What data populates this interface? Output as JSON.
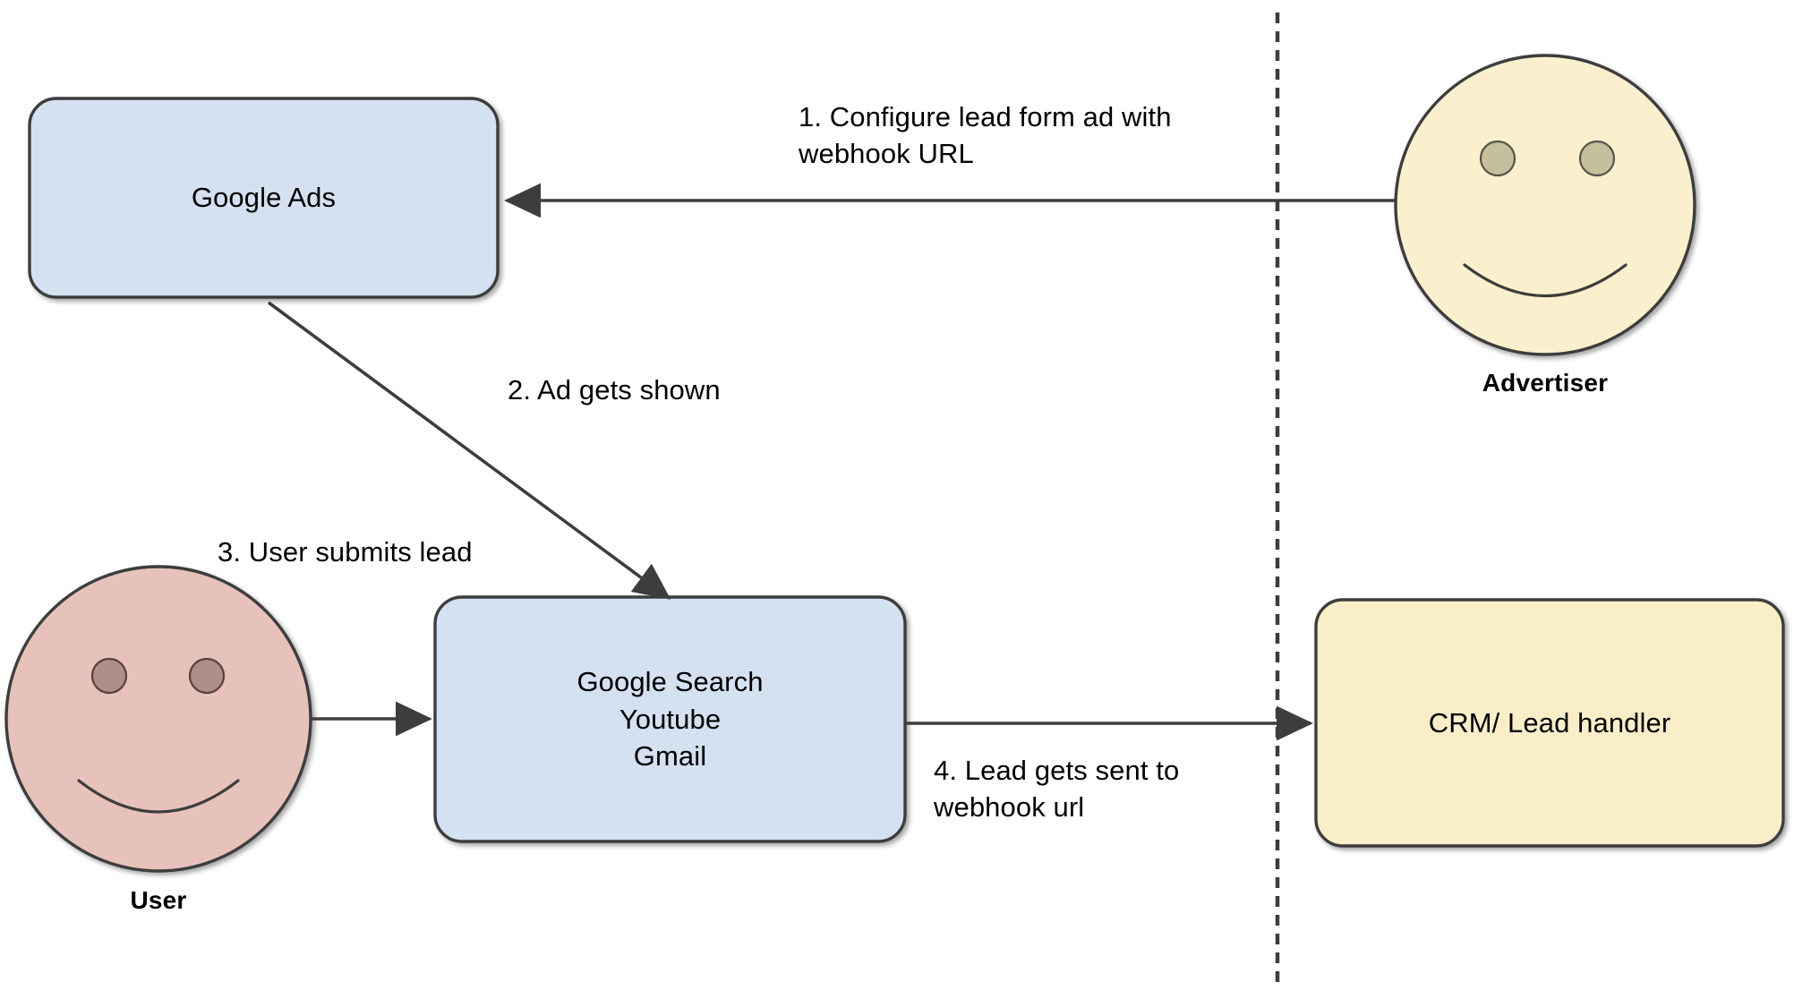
{
  "diagram": {
    "title": "Google Ads lead form webhook flow",
    "background_color": "#ffffff",
    "divider": {
      "name": "google-advertiser-boundary",
      "style": "dashed-vertical",
      "color": "#3d3d3d"
    },
    "palette": {
      "blue_fill": "#d4e1f0",
      "blue_stroke": "#3d3d3d",
      "cream_fill": "#faeec8",
      "cream_stroke": "#3d3d3d",
      "face_cream_fill": "#fbf0cd",
      "face_cream_eye": "#c6bf9e",
      "face_pink_fill": "#e6c2bb",
      "face_pink_eye": "#b08e88",
      "line_color": "#3d3d3d",
      "text_color": "#000000"
    }
  },
  "nodes": [
    {
      "id": "google-ads",
      "label": "Google Ads",
      "shape": "rounded-rect",
      "fill": "#d4e1f0"
    },
    {
      "id": "google-surfaces",
      "label": "Google Search\nYoutube\nGmail",
      "shape": "rounded-rect",
      "fill": "#d4e1f0"
    },
    {
      "id": "crm-lead-handler",
      "label": "CRM/ Lead handler",
      "shape": "rounded-rect",
      "fill": "#faeec8"
    },
    {
      "id": "advertiser",
      "label": "Advertiser",
      "shape": "smiley-circle",
      "fill": "#fbf0cd"
    },
    {
      "id": "user",
      "label": "User",
      "shape": "smiley-circle",
      "fill": "#e6c2bb"
    }
  ],
  "edges": [
    {
      "id": "step-1",
      "number": "1.",
      "label": "Configure lead form ad with\nwebhook URL",
      "from": "advertiser",
      "to": "google-ads",
      "direction": "left"
    },
    {
      "id": "step-2",
      "number": "2.",
      "label": "Ad gets shown",
      "from": "google-ads",
      "to": "google-surfaces",
      "direction": "down-right"
    },
    {
      "id": "step-3",
      "number": "3.",
      "label": "User submits lead",
      "from": "user",
      "to": "google-surfaces",
      "direction": "right"
    },
    {
      "id": "step-4",
      "number": "4.",
      "label": "Lead gets sent to\nwebhook url",
      "from": "google-surfaces",
      "to": "crm-lead-handler",
      "direction": "right"
    }
  ],
  "labels": {
    "google_ads": "Google Ads",
    "google_surfaces": "Google Search\nYoutube\nGmail",
    "crm": "CRM/ Lead handler",
    "advertiser_caption": "Advertiser",
    "user_caption": "User",
    "step1": "1.  Configure lead form ad with\n     webhook URL",
    "step2": "2.  Ad gets shown",
    "step3": "3.  User submits lead",
    "step4": "4.  Lead gets sent to\n     webhook url"
  }
}
